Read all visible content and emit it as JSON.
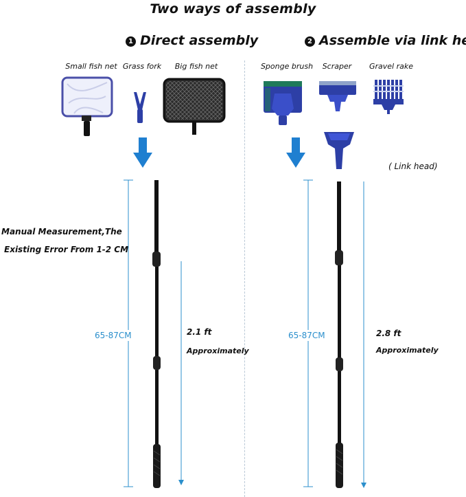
{
  "title": "Two ways of assembly",
  "colors": {
    "accent_blue": "#1f7fd0",
    "tool_blue": "#2d3fa6",
    "pole_black": "#111111",
    "dimension_line": "#2b8fcc"
  },
  "left_section": {
    "number": "1",
    "heading": "Direct assembly",
    "items": [
      {
        "label": "Small fish net",
        "icon": "small-fish-net-icon"
      },
      {
        "label": "Grass fork",
        "icon": "grass-fork-icon"
      },
      {
        "label": "Big fish net",
        "icon": "big-fish-net-icon"
      }
    ],
    "note_line1": "Manual Measurement,The",
    "note_line2": "Existing Error From 1-2 CM",
    "dimension": "65-87CM",
    "length": "2.1 ft",
    "approx": "Approximately"
  },
  "right_section": {
    "number": "2",
    "heading": "Assemble via link head",
    "items": [
      {
        "label": "Sponge brush",
        "icon": "sponge-brush-icon"
      },
      {
        "label": "Scraper",
        "icon": "scraper-icon"
      },
      {
        "label": "Gravel rake",
        "icon": "gravel-rake-icon"
      }
    ],
    "link_head_label": "( Link head)",
    "dimension": "65-87CM",
    "length": "2.8 ft",
    "approx": "Approximately"
  }
}
